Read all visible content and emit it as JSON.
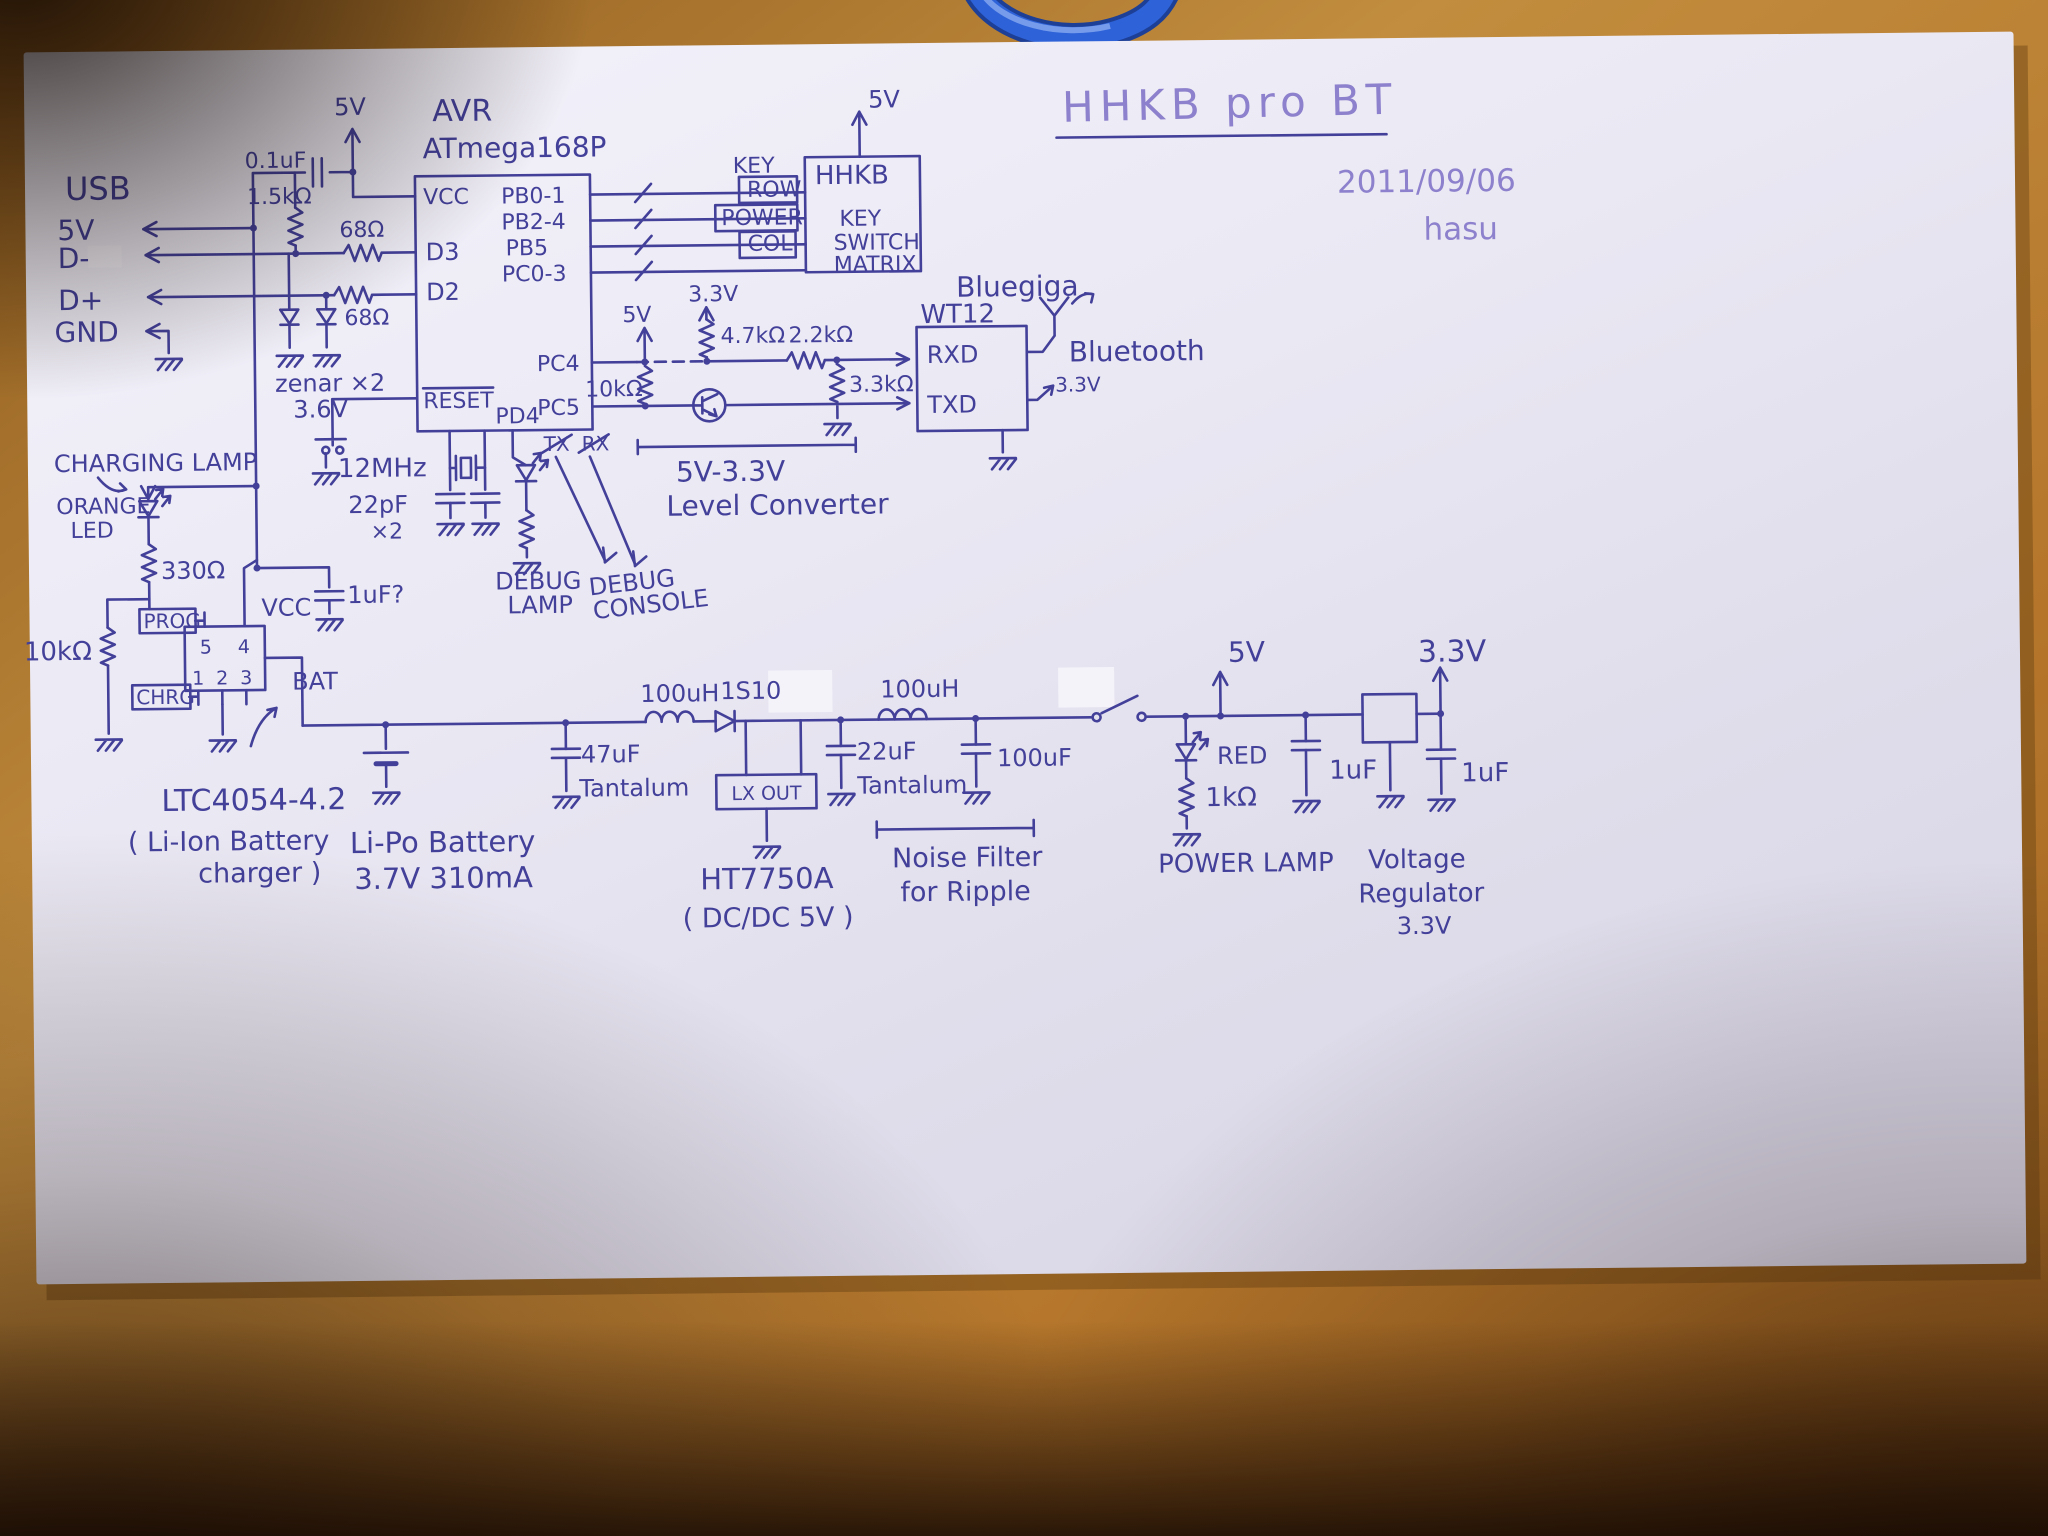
{
  "colors": {
    "ink": "#43409a",
    "ink_light": "#8d80cc",
    "paper": "#ecebf5",
    "wood": "#b5762b",
    "cable": "#2e62d8"
  },
  "header": {
    "title": "HHKB pro BT",
    "date": "2011/09/06",
    "author": "hasu"
  },
  "usb": {
    "title": "USB",
    "v5": "5V",
    "dminus": "D-",
    "dplus": "D+",
    "gnd": "GND"
  },
  "avr": {
    "label": "AVR",
    "part": "ATmega168P",
    "v5": "5V",
    "cap": "0.1uF",
    "r_pullup": "1.5kΩ",
    "r68_top": "68Ω",
    "r68_bottom": "68Ω",
    "zener": "zenar ×2",
    "zener_v": "3.6V",
    "pin_vcc": "VCC",
    "pin_d3": "D3",
    "pin_d2": "D2",
    "pin_reset": "RESET",
    "pin_pd4": "PD4",
    "pin_pb01": "PB0-1",
    "pin_pb24": "PB2-4",
    "pin_pb5": "PB5",
    "pin_pc03": "PC0-3",
    "pin_pc4": "PC4",
    "pin_pc5": "PC5",
    "xtal": "12MHz",
    "xtal_cap": "22pF",
    "xtal_cap_qty": "×2"
  },
  "hhkb": {
    "v5": "5V",
    "key_top": "KEY",
    "row": "ROW",
    "power": "POWER",
    "col": "COL",
    "name": "HHKB",
    "key": "KEY",
    "switch": "SWITCH",
    "matrix": "MATRIX"
  },
  "bt": {
    "brand": "Bluegiga",
    "part": "WT12",
    "rxd": "RXD",
    "txd": "TXD",
    "bluetooth": "Bluetooth",
    "v33": "3.3V"
  },
  "level": {
    "v5": "5V",
    "v33": "3.3V",
    "r47k": "4.7kΩ",
    "r22k": "2.2kΩ",
    "r33k": "3.3kΩ",
    "r10k": "10kΩ",
    "range": "5V-3.3V",
    "title": "Level Converter"
  },
  "debug": {
    "tx": "TX",
    "rx": "RX",
    "lamp_l1": "DEBUG",
    "lamp_l2": "LAMP",
    "console_l1": "DEBUG",
    "console_l2": "CONSOLE"
  },
  "charger": {
    "lamp": "CHARGING LAMP",
    "orange": "ORANGE",
    "led": "LED",
    "r330": "330Ω",
    "r10k": "10kΩ",
    "prog": "PROG",
    "chrg": "CHRG",
    "vcc": "VCC",
    "bat": "BAT",
    "pin5": "5",
    "pin4": "4",
    "pin1": "1",
    "pin2": "2",
    "pin3": "3",
    "cap": "1uF?",
    "part": "LTC4054-4.2",
    "desc_l1": "( Li-Ion Battery",
    "desc_l2": "charger )"
  },
  "battery": {
    "name": "Li-Po Battery",
    "spec": "3.7V 310mA"
  },
  "dcdc": {
    "l1": "100uH",
    "d1": "1S10",
    "c_in": "47uF",
    "c_in_type": "Tantalum",
    "lx_out": "LX OUT",
    "part": "HT7750A",
    "desc": "( DC/DC 5V )",
    "c_out": "22uF",
    "c_out_type": "Tantalum",
    "l2": "100uH",
    "c3": "100uF",
    "noise_l1": "Noise Filter",
    "noise_l2": "for Ripple"
  },
  "out": {
    "v5": "5V",
    "red": "RED",
    "r1k": "1kΩ",
    "power_lamp": "POWER LAMP",
    "c1": "1uF",
    "v33": "3.3V",
    "c2": "1uF",
    "reg_l1": "Voltage",
    "reg_l2": "Regulator",
    "reg_l3": "3.3V"
  }
}
